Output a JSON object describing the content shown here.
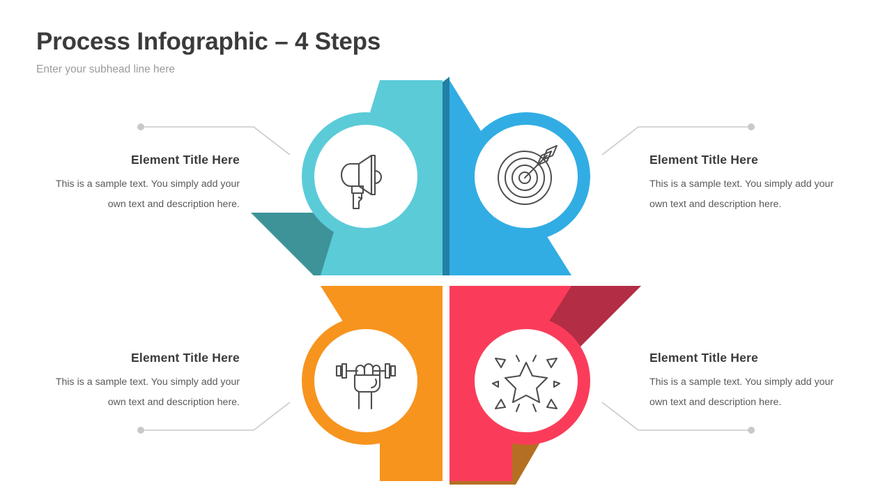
{
  "header": {
    "title": "Process Infographic – 4 Steps",
    "subhead": "Enter your subhead line here"
  },
  "colors": {
    "teal": "#5BCBD8",
    "teal_shadow": "#3E9399",
    "blue": "#31ADE4",
    "blue_shadow": "#2280A6",
    "orange": "#F7941E",
    "orange_shadow": "#B56F22",
    "red": "#FA3C5A",
    "red_shadow": "#B32D45",
    "connector": "#c9c9c9",
    "title_text": "#3b3b3b",
    "body_text": "#58595b",
    "subhead_text": "#9b9b9b",
    "icon_stroke": "#4d4d4d",
    "background": "#ffffff"
  },
  "steps": [
    {
      "id": "step-1",
      "position": "top-left",
      "icon": "megaphone-icon",
      "color": "#5BCBD8",
      "shadow_color": "#3E9399",
      "title": "Element Title Here",
      "description": "This is a sample text. You simply add your own text and description here."
    },
    {
      "id": "step-2",
      "position": "top-right",
      "icon": "target-arrow-icon",
      "color": "#31ADE4",
      "shadow_color": "#2280A6",
      "title": "Element Title Here",
      "description": "This is a sample text. You simply add your own text and description here."
    },
    {
      "id": "step-3",
      "position": "bottom-left",
      "icon": "hand-dumbbell-icon",
      "color": "#F7941E",
      "shadow_color": "#B56F22",
      "title": "Element Title Here",
      "description": "This is a sample text. You simply add your own text and description here."
    },
    {
      "id": "step-4",
      "position": "bottom-right",
      "icon": "star-burst-icon",
      "color": "#FA3C5A",
      "shadow_color": "#B32D45",
      "title": "Element Title Here",
      "description": "This is a sample text. You simply add your own text and description here."
    }
  ]
}
